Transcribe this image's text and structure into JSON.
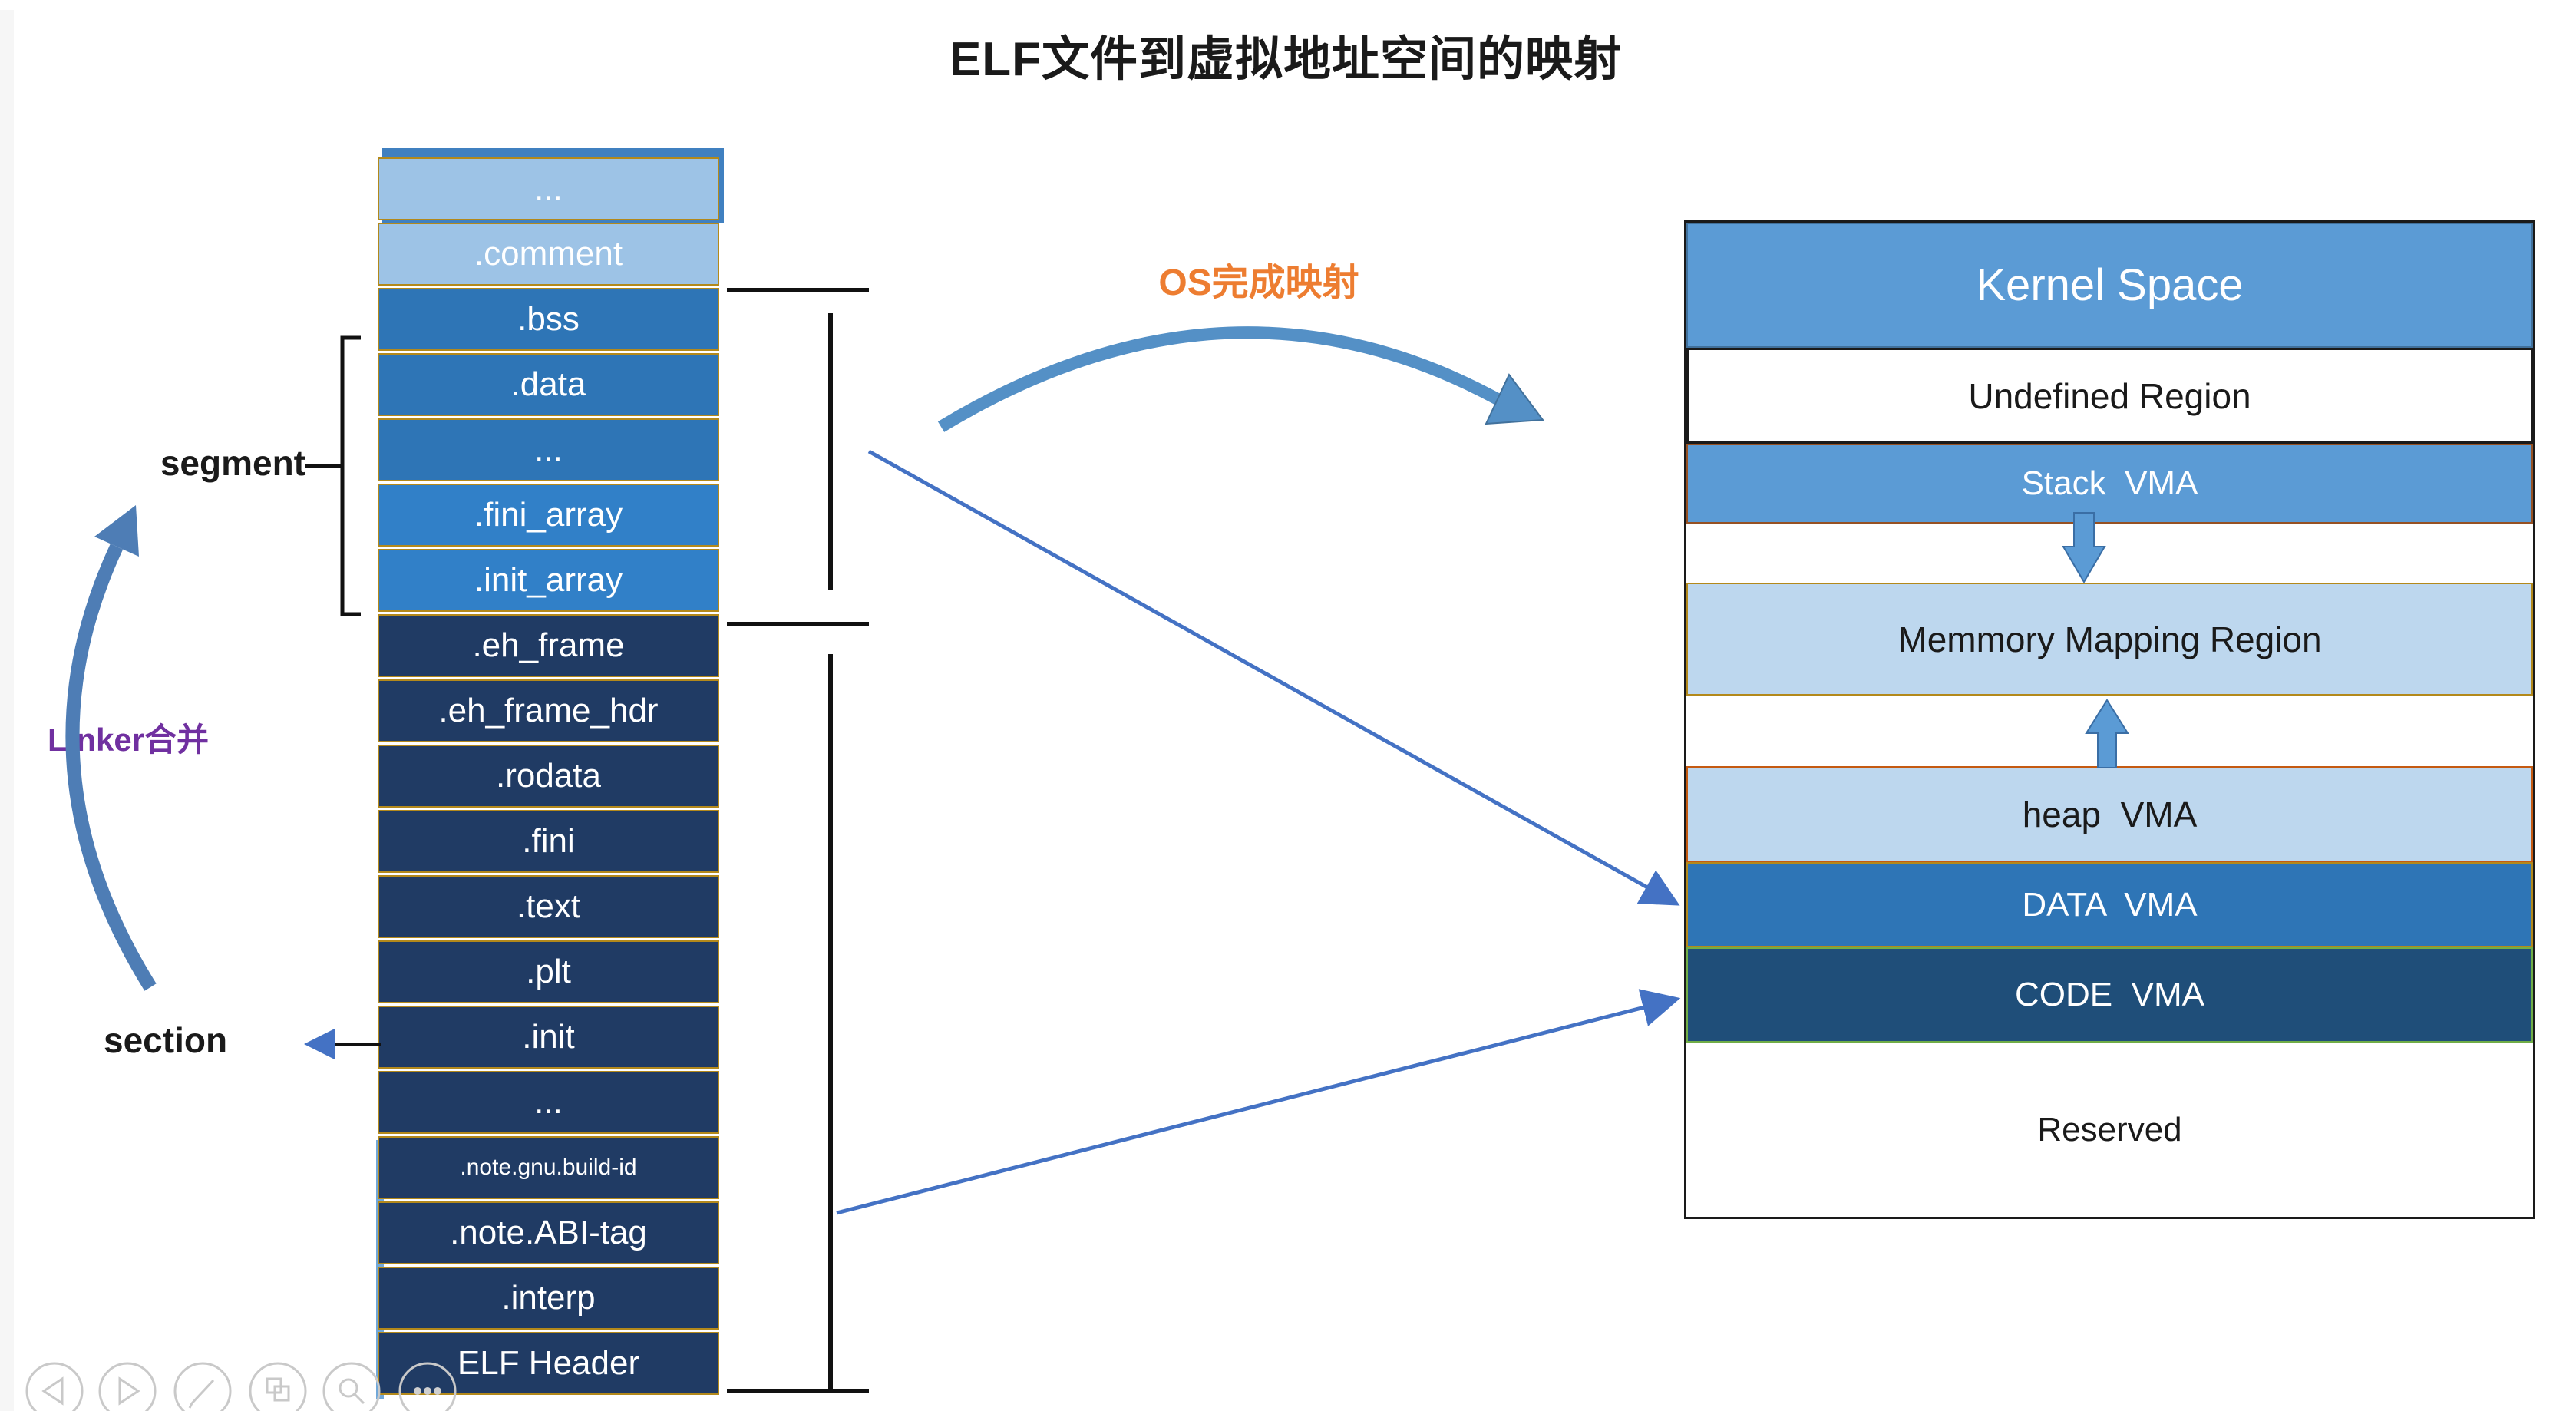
{
  "title": "ELF文件到虚拟地址空间的映射",
  "annotations": {
    "segment": "segment",
    "section": "section",
    "linker_merge": "Linker合并",
    "os_mapping": "OS完成映射"
  },
  "left_stack": {
    "rows": [
      {
        "label": "...",
        "style": "light"
      },
      {
        "label": ".comment",
        "style": "light"
      },
      {
        "label": ".bss",
        "style": "mid"
      },
      {
        "label": ".data",
        "style": "mid"
      },
      {
        "label": "...",
        "style": "mid"
      },
      {
        "label": ".fini_array",
        "style": "mid2"
      },
      {
        "label": ".init_array",
        "style": "mid2"
      },
      {
        "label": ".eh_frame",
        "style": "navy"
      },
      {
        "label": ".eh_frame_hdr",
        "style": "navy"
      },
      {
        "label": ".rodata",
        "style": "navy"
      },
      {
        "label": ".fini",
        "style": "navy"
      },
      {
        "label": ".text",
        "style": "navy"
      },
      {
        "label": ".plt",
        "style": "navy"
      },
      {
        "label": ".init",
        "style": "navy"
      },
      {
        "label": "...",
        "style": "navy"
      },
      {
        "label": ".note.gnu.build-id",
        "style": "navy",
        "small": true
      },
      {
        "label": ".note.ABI-tag",
        "style": "navy"
      },
      {
        "label": ".interp",
        "style": "navy"
      },
      {
        "label": "ELF Header",
        "style": "navy"
      }
    ]
  },
  "kernel_box": {
    "rows": [
      {
        "id": "kernel",
        "label": "Kernel Space",
        "variant": "blue-lg"
      },
      {
        "id": "undefined",
        "label": "Undefined Region",
        "variant": "white"
      },
      {
        "id": "stackvma",
        "label": "Stack  VMA",
        "variant": "blue"
      },
      {
        "id": "gap1",
        "label": "",
        "variant": "gap"
      },
      {
        "id": "mmr",
        "label": "Memmory Mapping Region",
        "variant": "lightblue"
      },
      {
        "id": "gap2",
        "label": "",
        "variant": "gap"
      },
      {
        "id": "heap",
        "label": "heap  VMA",
        "variant": "lightblue"
      },
      {
        "id": "datavma",
        "label": "DATA  VMA",
        "variant": "midblue"
      },
      {
        "id": "codevma",
        "label": "CODE  VMA",
        "variant": "navy"
      },
      {
        "id": "reserved",
        "label": "Reserved",
        "variant": "white-plain"
      }
    ]
  },
  "toolbar": {
    "icons": [
      "previous",
      "next",
      "pen",
      "slides",
      "magnifier",
      "more"
    ]
  },
  "colors": {
    "accent_blue": "#5B9BD5",
    "light_blue": "#BDD7EE",
    "mid_blue": "#2E75B6",
    "stack_navy": "#203B64",
    "code_navy": "#1F4E79",
    "light_row_blue": "#9DC3E6",
    "gold_border": "#B3891B",
    "orange_border": "#C55A11",
    "green_border": "#70AD47",
    "label_orange": "#ED7D31",
    "label_purple": "#7030A0",
    "thin_arrow_blue": "#4472C4"
  }
}
